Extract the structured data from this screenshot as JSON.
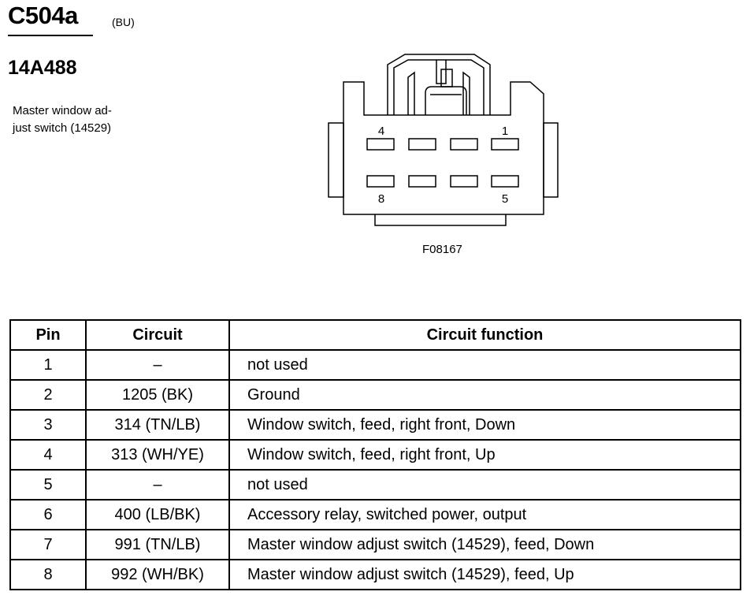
{
  "connector": {
    "id": "C504a",
    "color": "(BU)",
    "part_number": "14A488",
    "description_line1": "Master window ad-",
    "description_line2": "just switch (14529)"
  },
  "diagram": {
    "pin_labels": {
      "top_left": "4",
      "top_right": "1",
      "bottom_left": "8",
      "bottom_right": "5"
    },
    "figure_code": "F08167"
  },
  "table": {
    "headers": [
      "Pin",
      "Circuit",
      "Circuit function"
    ],
    "rows": [
      {
        "pin": "1",
        "circuit": "–",
        "function": "not used"
      },
      {
        "pin": "2",
        "circuit": "1205 (BK)",
        "function": "Ground"
      },
      {
        "pin": "3",
        "circuit": "314 (TN/LB)",
        "function": "Window switch, feed, right front, Down"
      },
      {
        "pin": "4",
        "circuit": "313 (WH/YE)",
        "function": "Window switch, feed, right front, Up"
      },
      {
        "pin": "5",
        "circuit": "–",
        "function": "not used"
      },
      {
        "pin": "6",
        "circuit": "400 (LB/BK)",
        "function": "Accessory relay, switched power, output"
      },
      {
        "pin": "7",
        "circuit": "991 (TN/LB)",
        "function": "Master window adjust switch (14529), feed, Down"
      },
      {
        "pin": "8",
        "circuit": "992 (WH/BK)",
        "function": "Master window adjust switch (14529), feed, Up"
      }
    ]
  }
}
